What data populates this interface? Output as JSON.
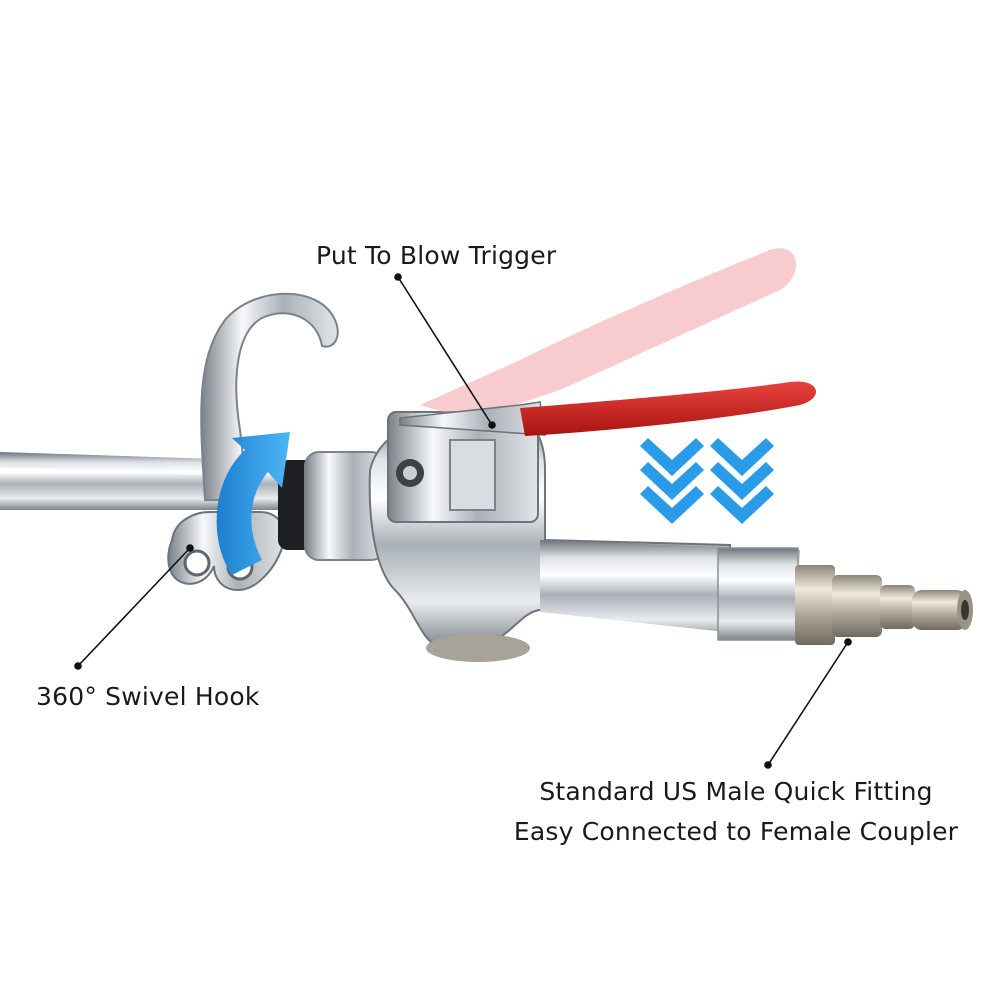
{
  "callouts": {
    "trigger": "Put To Blow Trigger",
    "hook": "360° Swivel Hook",
    "fitting_line1": "Standard US Male Quick Fitting",
    "fitting_line2": "Easy Connected to Female Coupler"
  },
  "colors": {
    "background": "#ffffff",
    "chrome_light": "#f4f6f8",
    "chrome_mid": "#b9c0c7",
    "chrome_dark": "#5f666d",
    "trigger_red": "#d41f1f",
    "trigger_ghost": "#f2a3a8",
    "arrow_blue": "#2a9be8",
    "brass_nickel": "#c9c2b6",
    "leader_line": "#111111"
  },
  "icons": [
    "swivel-rotation-arrow-icon",
    "press-down-chevron-icon"
  ]
}
